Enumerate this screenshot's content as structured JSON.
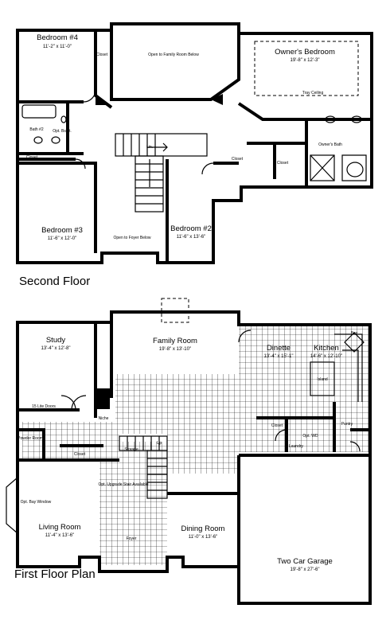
{
  "second_floor": {
    "title": "Second Floor",
    "bedroom4": {
      "name": "Bedroom #4",
      "dims": "11'-2\" x 11'-0\""
    },
    "closet_b4": "Closet",
    "open_family": "Open to Family Room Below",
    "owners": {
      "name": "Owner's Bedroom",
      "dims": "19'-8\" x 12'-3\""
    },
    "tray_ceiling": "Tray Ceiling",
    "bath2": "Bath #2",
    "opt_bsmt": "Opt. Bsmt.",
    "lin": "Lin.",
    "closet_b3": "Closet",
    "bedroom3": {
      "name": "Bedroom #3",
      "dims": "11'-6\" x 12'-0\""
    },
    "open_foyer": "Open to Foyer Below",
    "bedroom2": {
      "name": "Bedroom #2",
      "dims": "11'-6\" x 13'-6\""
    },
    "closet_b2": "Closet",
    "closet_owner": "Closet",
    "owners_bath": "Owner's Bath"
  },
  "first_floor": {
    "title": "First Floor Plan",
    "study": {
      "name": "Study",
      "dims": "13'-4\" x 12'-8\""
    },
    "french_doors": "15 Lite Doors",
    "niche": "Niche",
    "closet": "Closet",
    "powder": "Powder Room",
    "family": {
      "name": "Family Room",
      "dims": "19'-8\" x 13'-10\""
    },
    "dinette": {
      "name": "Dinette",
      "dims": "13'-4\" x 15'-1\""
    },
    "kitchen": {
      "name": "Kitchen",
      "dims": "14'-6\" x 12'-10\""
    },
    "island": "Island",
    "bay": "Bay",
    "pantry": "Pantry",
    "closet2": "Closet",
    "laundry": "Laundry",
    "opt_wd": "Opt. WD",
    "storage": "Storage",
    "up": "Up",
    "opt_upgrade": "Opt. Upgrade Stair Available",
    "opt_bay": "Opt. Bay Window",
    "living": {
      "name": "Living Room",
      "dims": "11'-4\" x 13'-6\""
    },
    "foyer": "Foyer",
    "dining": {
      "name": "Dining Room",
      "dims": "11'-0\" x 13'-6\""
    },
    "garage": {
      "name": "Two Car Garage",
      "dims": "19'-8\" x 27'-6\""
    }
  }
}
